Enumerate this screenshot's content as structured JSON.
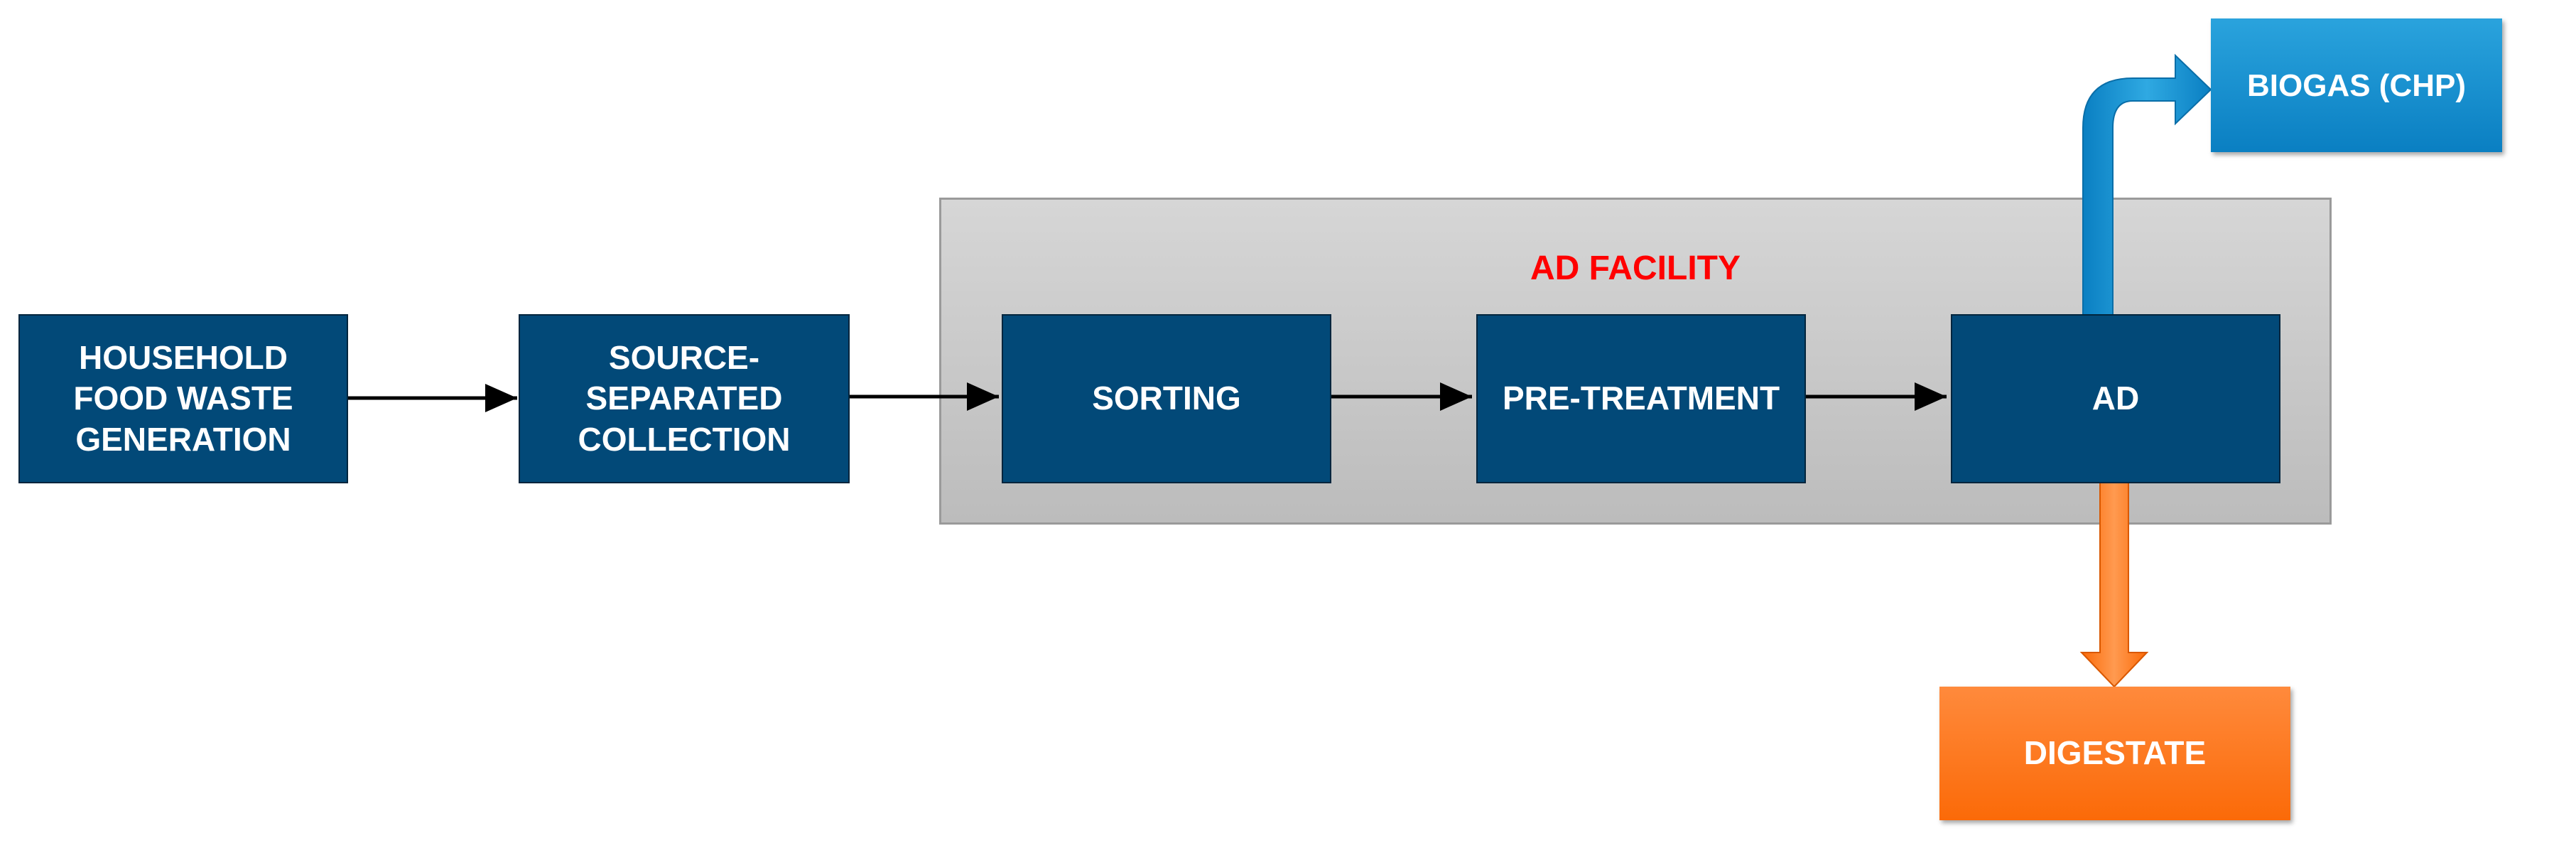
{
  "facility": {
    "label": "AD FACILITY",
    "label_color": "#ff0000"
  },
  "nodes": {
    "household": "HOUSEHOLD\nFOOD WASTE\nGENERATION",
    "collection": "SOURCE-\nSEPARATED\nCOLLECTION",
    "sorting": "SORTING",
    "pretreatment": "PRE-TREATMENT",
    "ad": "AD",
    "biogas": "BIOGAS (CHP)",
    "digestate": "DIGESTATE"
  },
  "colors": {
    "process_box": "#024978",
    "biogas": "#1a92d1",
    "digestate": "#fb6a08",
    "facility_background": "#c8c8c8"
  }
}
